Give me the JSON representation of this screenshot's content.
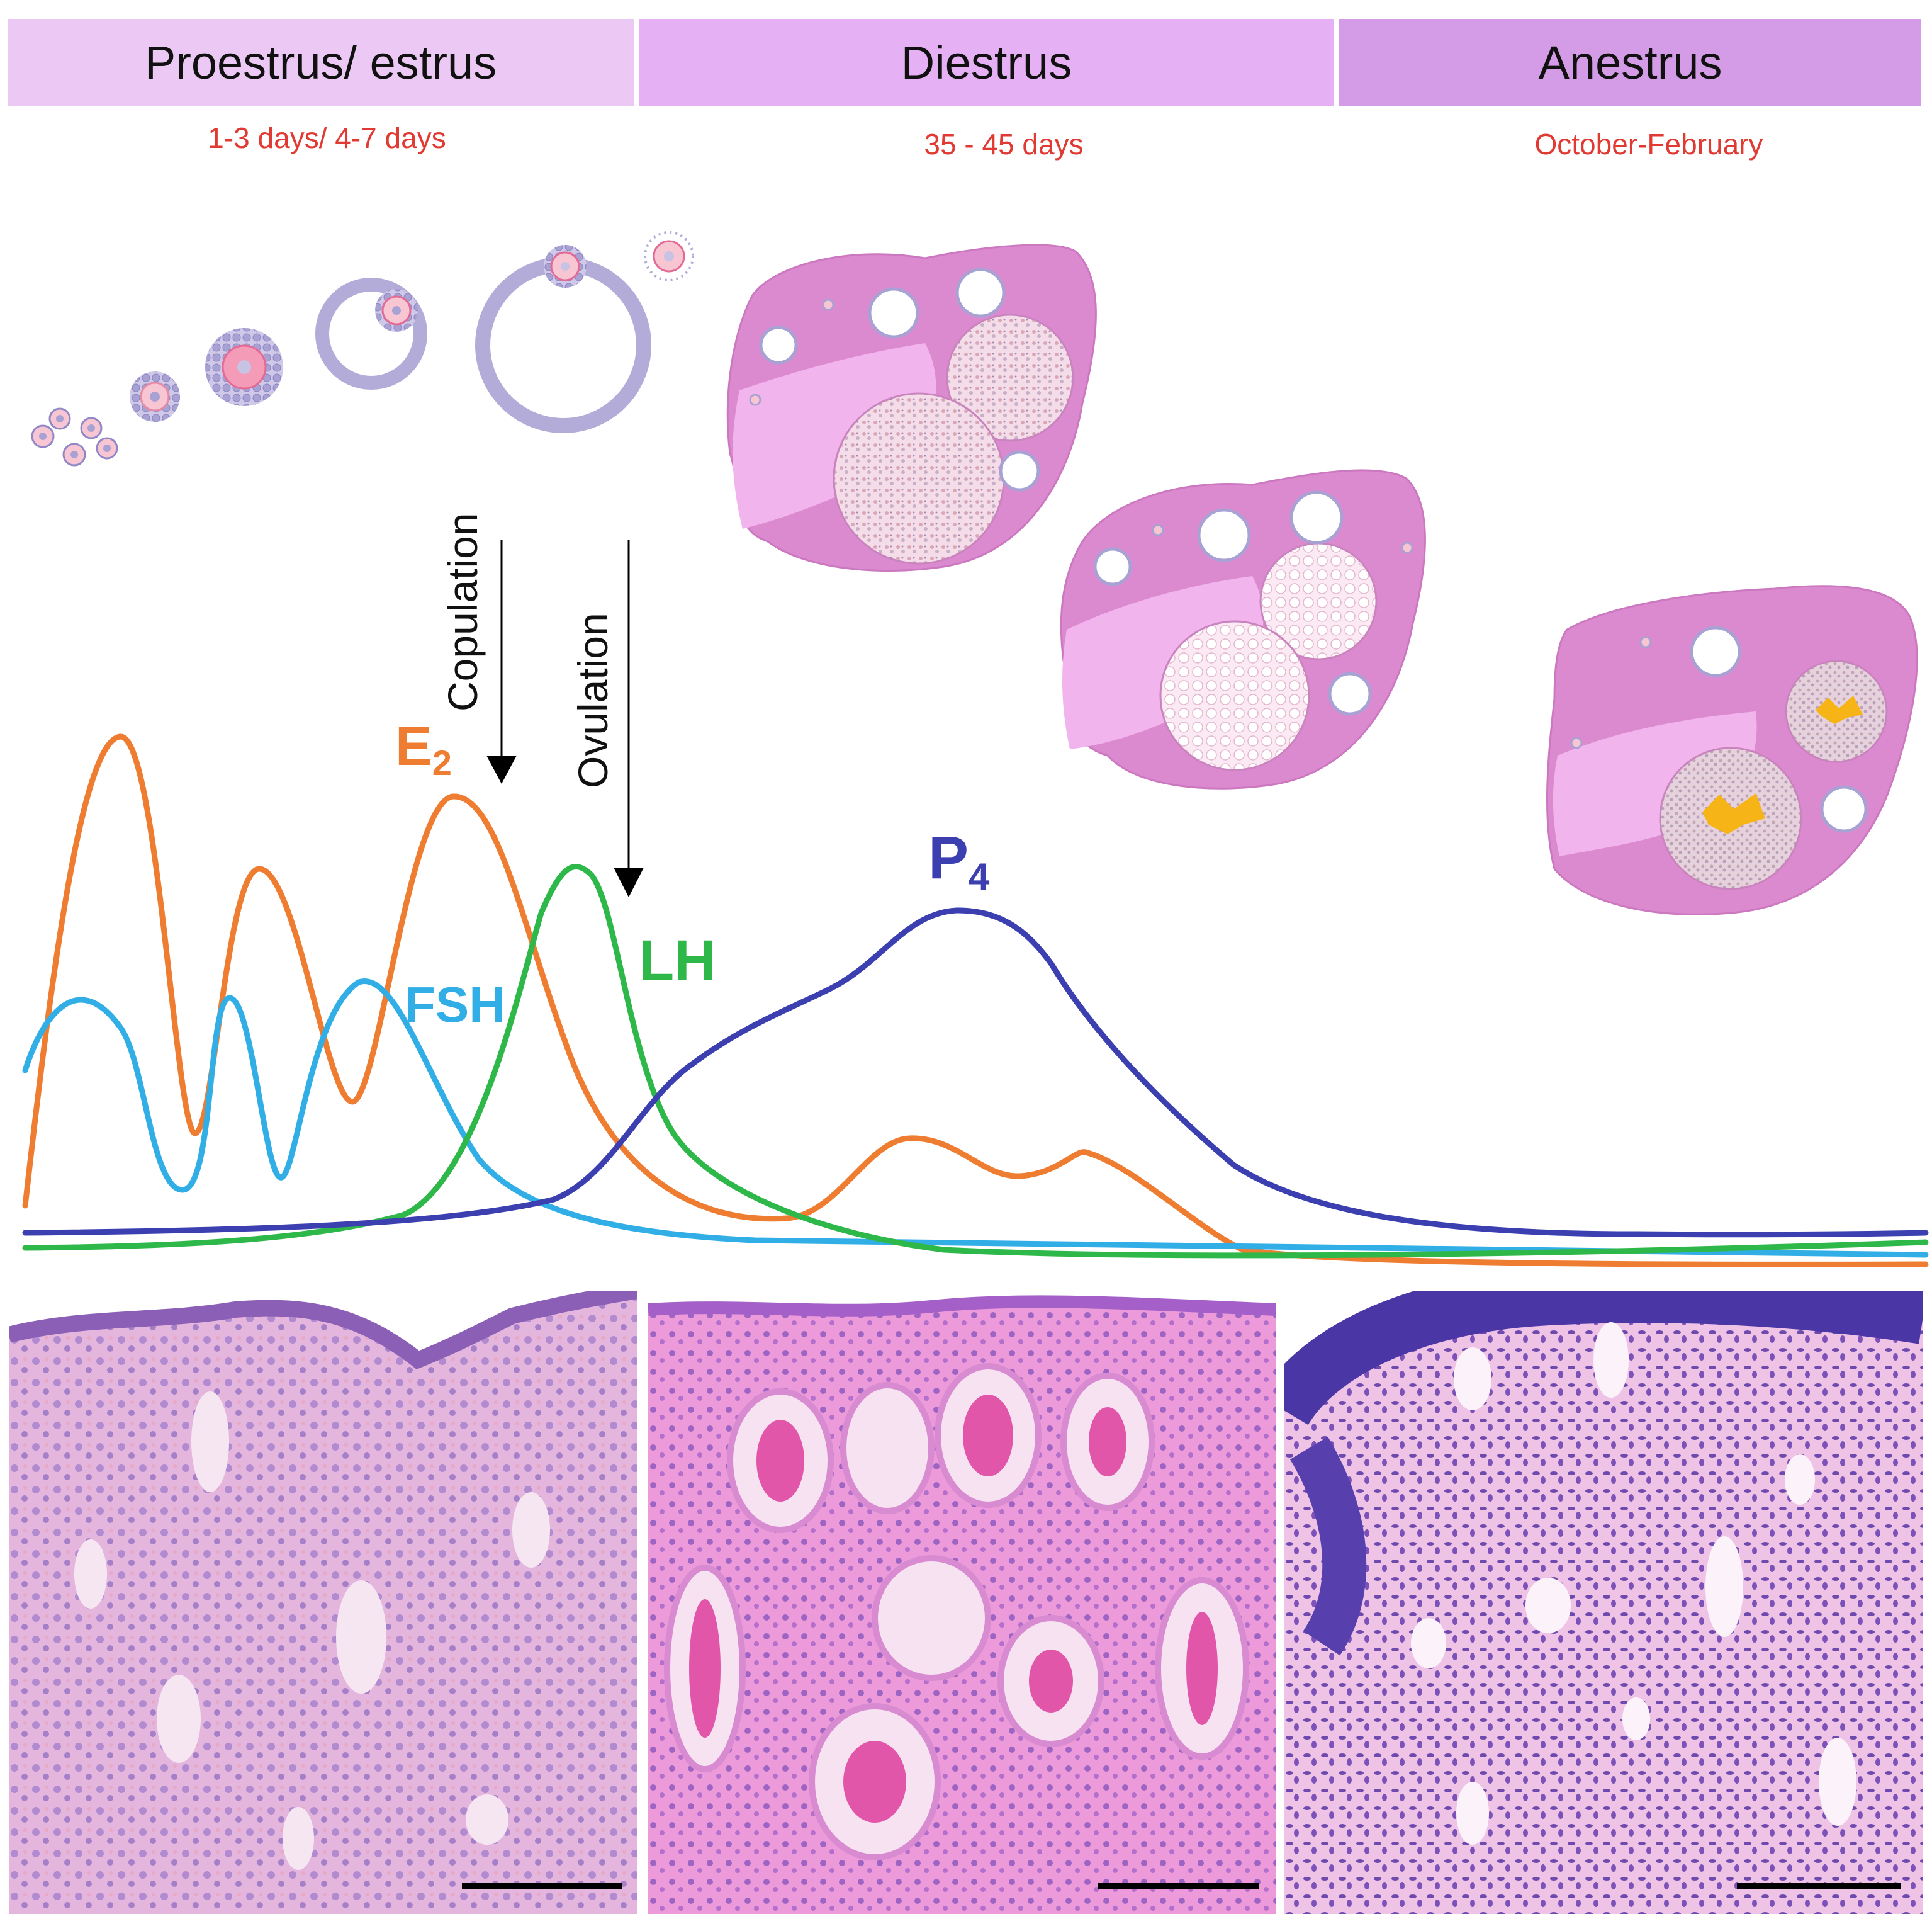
{
  "phases": [
    {
      "name": "Proestrus/ estrus",
      "duration": "1-3 days/ 4-7 days",
      "color": "#ecc9f4"
    },
    {
      "name": "Diestrus",
      "duration": "35 - 45 days",
      "color": "#e6b1f4"
    },
    {
      "name": "Anestrus",
      "duration": "October-February",
      "color": "#d49ce6"
    }
  ],
  "events": {
    "copulation": "Copulation",
    "ovulation": "Ovulation"
  },
  "hormones": {
    "e2": {
      "label": "E",
      "sub": "2",
      "color": "#ef7d31"
    },
    "fsh": {
      "label": "FSH",
      "color": "#32aee6"
    },
    "lh": {
      "label": "LH",
      "color": "#2fb84a"
    },
    "p4": {
      "label": "P",
      "sub": "4",
      "color": "#3b3fb0"
    }
  },
  "icons": [
    "follicle-development-icon",
    "ovary-diestrus-early-icon",
    "ovary-diestrus-late-icon",
    "ovary-anestrus-icon",
    "histology-proestrus-icon",
    "histology-diestrus-icon",
    "histology-anestrus-icon",
    "scale-bar-icon"
  ]
}
